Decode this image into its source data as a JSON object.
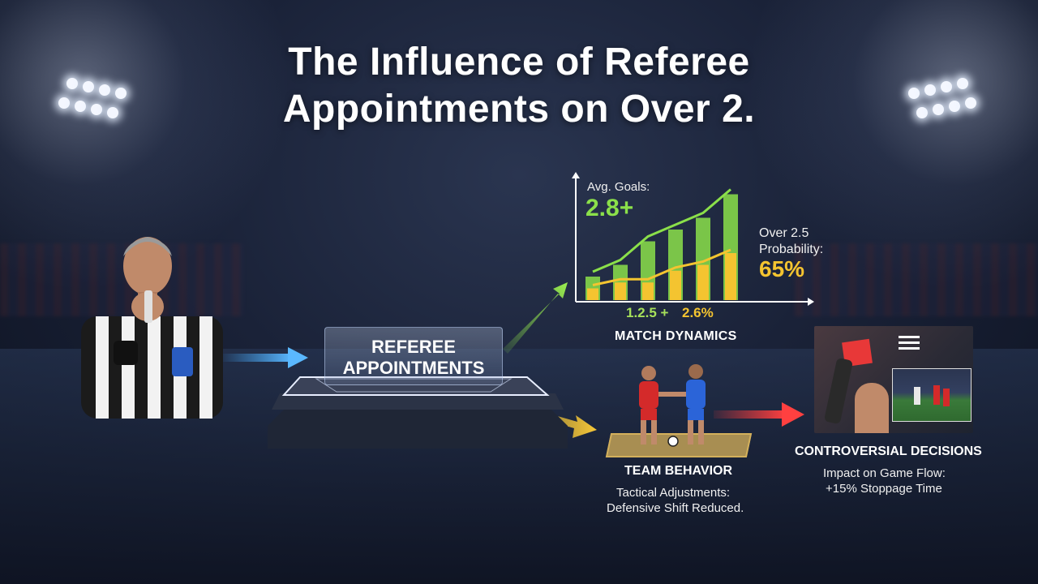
{
  "title": "The Influence of Referee Appointments on Over 2.",
  "platform_label": "REFEREE APPOINTMENTS",
  "chart": {
    "avg_label": "Avg. Goals:",
    "avg_value": "2.8+",
    "over_label": "Over 2.5 Probability:",
    "over_value": "65%",
    "tick_a": "1.2.5 +",
    "tick_b": "2.6%",
    "caption": "MATCH DYNAMICS"
  },
  "chart_data": {
    "type": "bar",
    "series": [
      {
        "values": [
          2,
          3,
          5,
          6,
          7,
          9
        ]
      },
      {
        "values": [
          1,
          1.5,
          1.5,
          2.5,
          3,
          4
        ]
      }
    ]
  },
  "team": {
    "caption": "TEAM BEHAVIOR",
    "line1": "Tactical Adjustments:",
    "line2": "Defensive Shift Reduced."
  },
  "controversial": {
    "caption": "CONTROVERSIAL DECISIONS",
    "line1": "Impact on Game Flow:",
    "line2": "+15% Stoppage Time"
  },
  "colors": {
    "green": "#8be04a",
    "yellow": "#f4c430",
    "red": "#ff3a3a",
    "blue": "#3fa8ff",
    "background": "#1a2238"
  },
  "icons": [
    "whistle-icon",
    "red-card-icon",
    "motion-lines-icon",
    "soccer-ball-icon"
  ]
}
